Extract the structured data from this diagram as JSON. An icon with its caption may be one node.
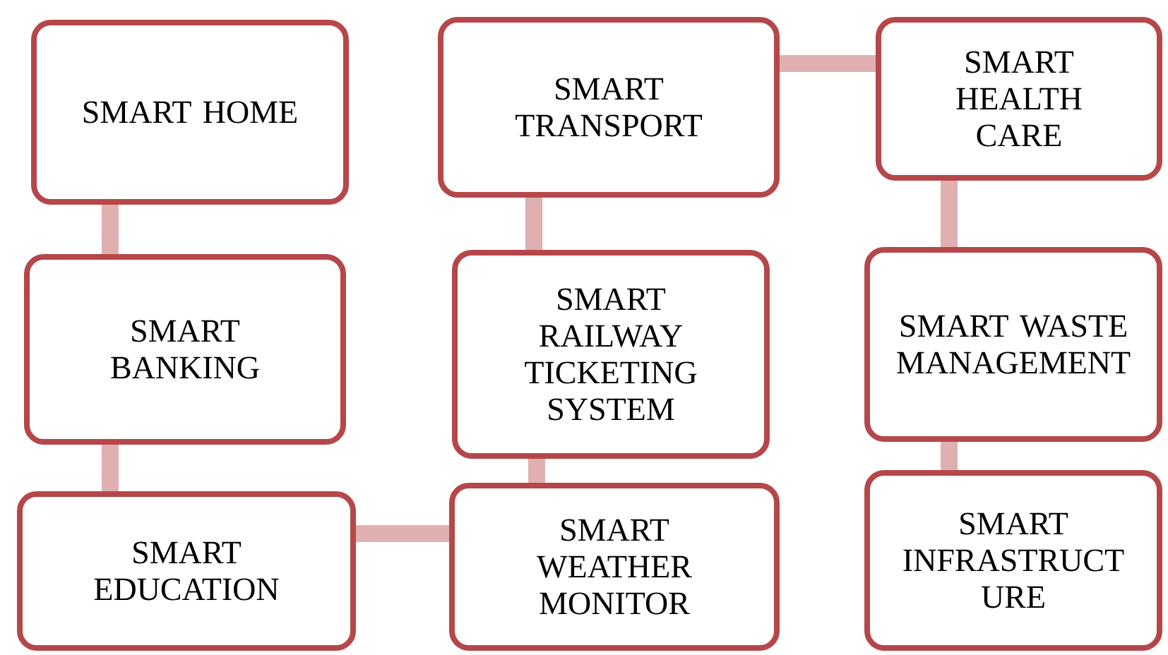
{
  "diagram": {
    "nodes": [
      {
        "text": [
          "SMART HOME"
        ]
      },
      {
        "text": [
          "SMART TRANSPORT"
        ]
      },
      {
        "text": [
          "SMART HEALTH CARE"
        ]
      },
      {
        "text": [
          "SMART BANKING"
        ]
      },
      {
        "text": [
          "SMART RAILWAY TICKETING SYSTEM"
        ]
      },
      {
        "text": [
          "SMART WASTE MANAGEMENT"
        ]
      },
      {
        "text": [
          "SMART EDUCATION"
        ]
      },
      {
        "text": [
          "SMART WEATHER MONITOR"
        ]
      },
      {
        "text": [
          "SMART INFRASTRUCT URE"
        ]
      }
    ],
    "edges": [
      {
        "from": 0,
        "to": 3,
        "arrow": "none"
      },
      {
        "from": 3,
        "to": 6,
        "arrow": "none"
      },
      {
        "from": 6,
        "to": 7,
        "arrow": "none"
      },
      {
        "from": 7,
        "to": 4,
        "arrow": "none"
      },
      {
        "from": 4,
        "to": 1,
        "arrow": "none"
      },
      {
        "from": 1,
        "to": 2,
        "arrow": "none"
      },
      {
        "from": 2,
        "to": 5,
        "arrow": "none"
      },
      {
        "from": 5,
        "to": 8,
        "arrow": "none"
      }
    ]
  }
}
